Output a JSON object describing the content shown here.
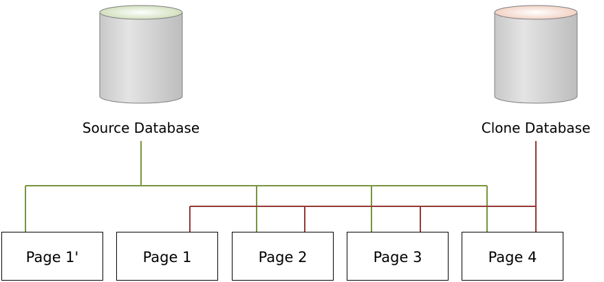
{
  "source_db": {
    "label": "Source Database",
    "icon": "database-icon",
    "top_tint": "#c9d9b0"
  },
  "clone_db": {
    "label": "Clone Database",
    "icon": "database-icon",
    "top_tint": "#f0c9b8"
  },
  "pages": [
    {
      "label": "Page 1'"
    },
    {
      "label": "Page 1"
    },
    {
      "label": "Page 2"
    },
    {
      "label": "Page 3"
    },
    {
      "label": "Page 4"
    }
  ],
  "colors": {
    "source_link": "#77933c",
    "clone_link": "#953735",
    "cylinder_body": "#d9d9d9",
    "cylinder_edge": "#7f7f7f"
  }
}
